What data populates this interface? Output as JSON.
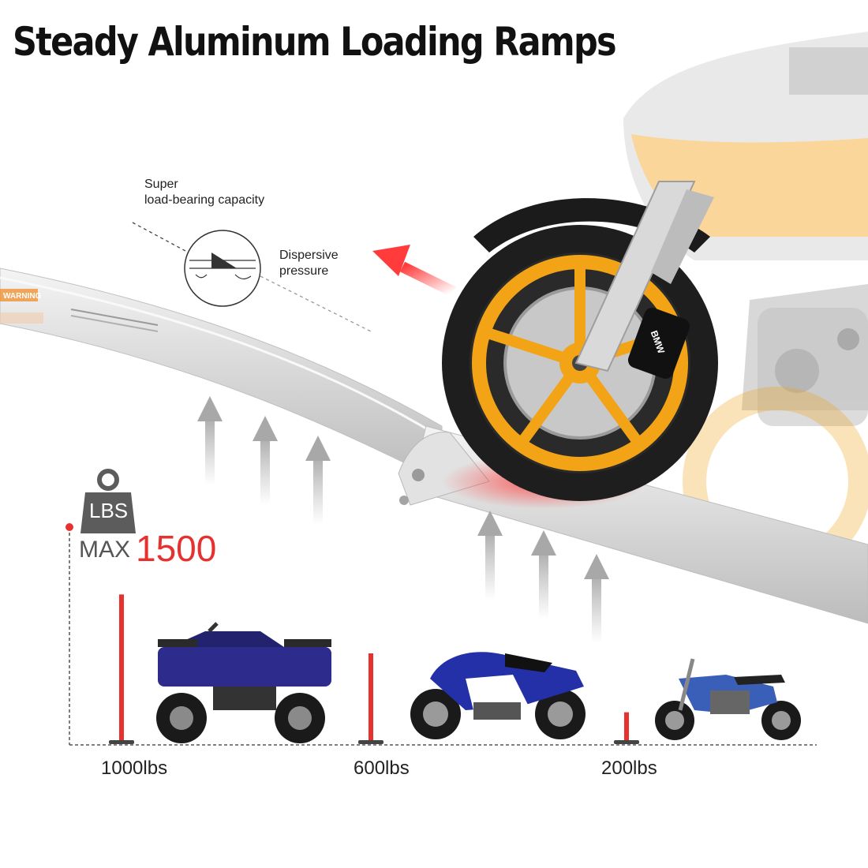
{
  "title": "Steady Aluminum Loading Ramps",
  "callouts": {
    "load_bearing": [
      "Super",
      "load-bearing capacity"
    ],
    "dispersive": [
      "Dispersive",
      "pressure"
    ]
  },
  "capacity": {
    "unit_badge": "LBS",
    "max_label": "MAX",
    "max_value": "1500"
  },
  "vehicles": [
    {
      "name": "atv",
      "weight_label": "1000lbs",
      "weight": 1000,
      "color": "#2d2c8c"
    },
    {
      "name": "sport-motorcycle",
      "weight_label": "600lbs",
      "weight": 600,
      "color": "#2430a8"
    },
    {
      "name": "dirt-bike",
      "weight_label": "200lbs",
      "weight": 200,
      "color": "#3a5fb8"
    }
  ],
  "ramp_text": {
    "warning": "WARNING",
    "brake_logo": "BMW"
  },
  "colors": {
    "accent": "#e7312f",
    "wheel_rim": "#f2a316",
    "fairing": "#f5a623",
    "ramp": "#d4d4d4",
    "arrow": "#b5b5b5"
  }
}
